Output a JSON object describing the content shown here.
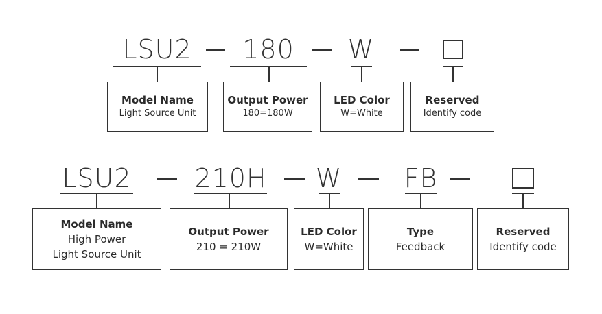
{
  "row1": {
    "codes": [
      "LSU2",
      "180",
      "W"
    ],
    "boxes": [
      {
        "title": "Model Name",
        "lines": [
          "Light Source Unit"
        ]
      },
      {
        "title": "Output Power",
        "lines": [
          "180=180W"
        ]
      },
      {
        "title": "LED Color",
        "lines": [
          "W=White"
        ]
      },
      {
        "title": "Reserved",
        "lines": [
          "Identify code"
        ]
      }
    ]
  },
  "row2": {
    "codes": [
      "LSU2",
      "210H",
      "W",
      "FB"
    ],
    "boxes": [
      {
        "title": "Model Name",
        "lines": [
          "High Power",
          "Light Source Unit"
        ]
      },
      {
        "title": "Output Power",
        "lines": [
          "210 = 210W"
        ]
      },
      {
        "title": "LED Color",
        "lines": [
          "W=White"
        ]
      },
      {
        "title": "Type",
        "lines": [
          "Feedback"
        ]
      },
      {
        "title": "Reserved",
        "lines": [
          "Identify code"
        ]
      }
    ]
  }
}
